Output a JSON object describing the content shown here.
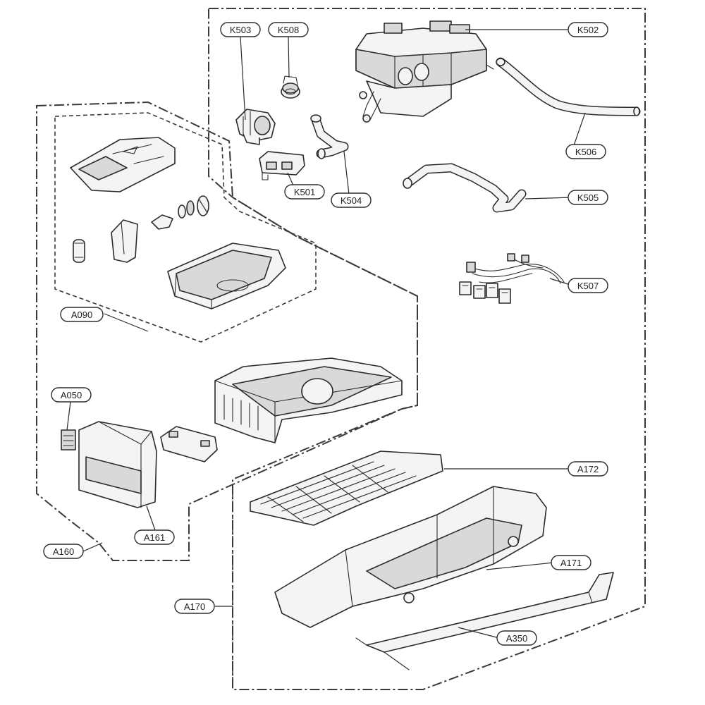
{
  "callouts": {
    "k503": "K503",
    "k508": "K508",
    "k502": "K502",
    "k506": "K506",
    "k501": "K501",
    "k504": "K504",
    "k505": "K505",
    "k507": "K507",
    "a090": "A090",
    "a050": "A050",
    "a161": "A161",
    "a160": "A160",
    "a172": "A172",
    "a171": "A171",
    "a170": "A170",
    "a350": "A350"
  }
}
